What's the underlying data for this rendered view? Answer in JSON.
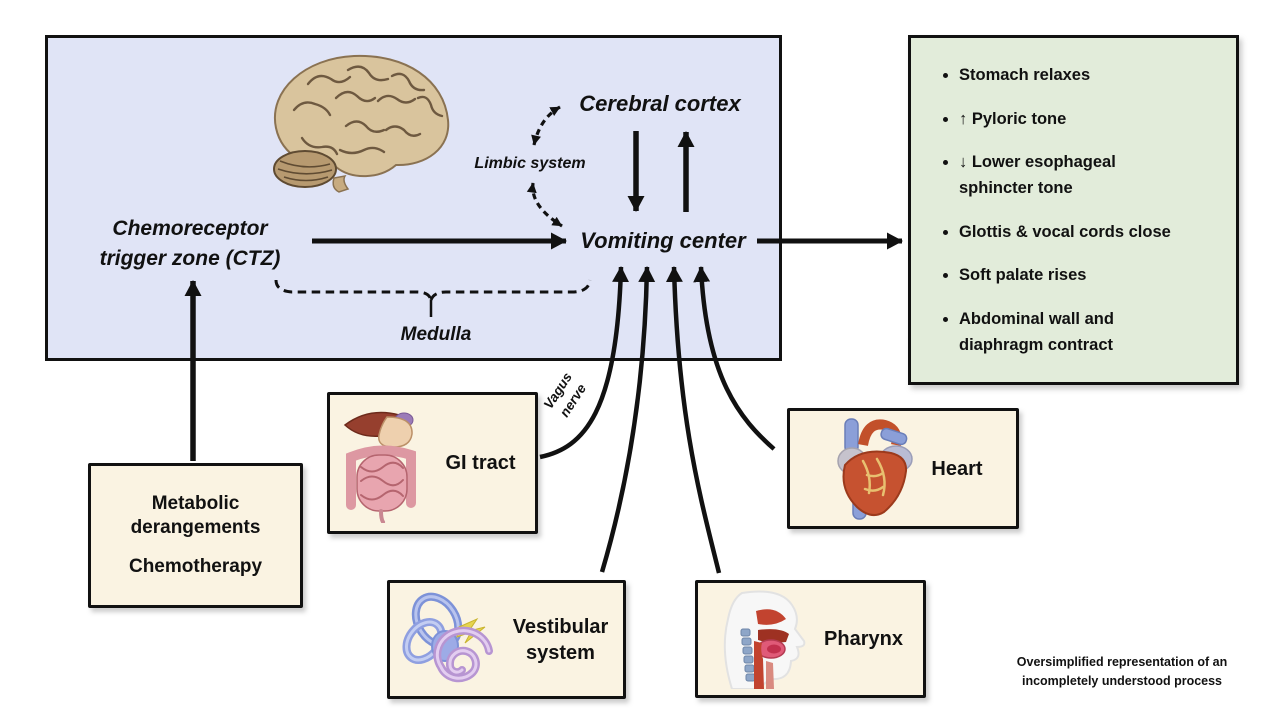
{
  "brain_region": {
    "cerebral_cortex_label": "Cerebral cortex",
    "limbic_system_label": "Limbic system",
    "ctz_label_line1": "Chemoreceptor",
    "ctz_label_line2": "trigger zone (CTZ)",
    "vomiting_center_label": "Vomiting center",
    "medulla_label": "Medulla"
  },
  "effects_box": {
    "items": [
      {
        "l1": "Stomach relaxes"
      },
      {
        "l1": "↑ Pyloric tone"
      },
      {
        "l1": "↓ Lower esophageal",
        "l2": "sphincter tone"
      },
      {
        "l1": "Glottis & vocal cords close"
      },
      {
        "l1": "Soft palate rises"
      },
      {
        "l1": "Abdominal wall and",
        "l2": "diaphragm contract"
      }
    ]
  },
  "inputs": {
    "metabolic_line1": "Metabolic derangements",
    "metabolic_line2": "Chemotherapy",
    "gi_label": "GI tract",
    "vestibular_label": "Vestibular system",
    "pharynx_label": "Pharynx",
    "heart_label": "Heart",
    "vagus_label": "Vagus nerve"
  },
  "caption": "Oversimplified representation of an incompletely understood process",
  "colors": {
    "brain_region_bg": "#e0e4f6",
    "effects_bg": "#e2ecda",
    "source_box_bg": "#faf3e2",
    "line": "#111111"
  }
}
